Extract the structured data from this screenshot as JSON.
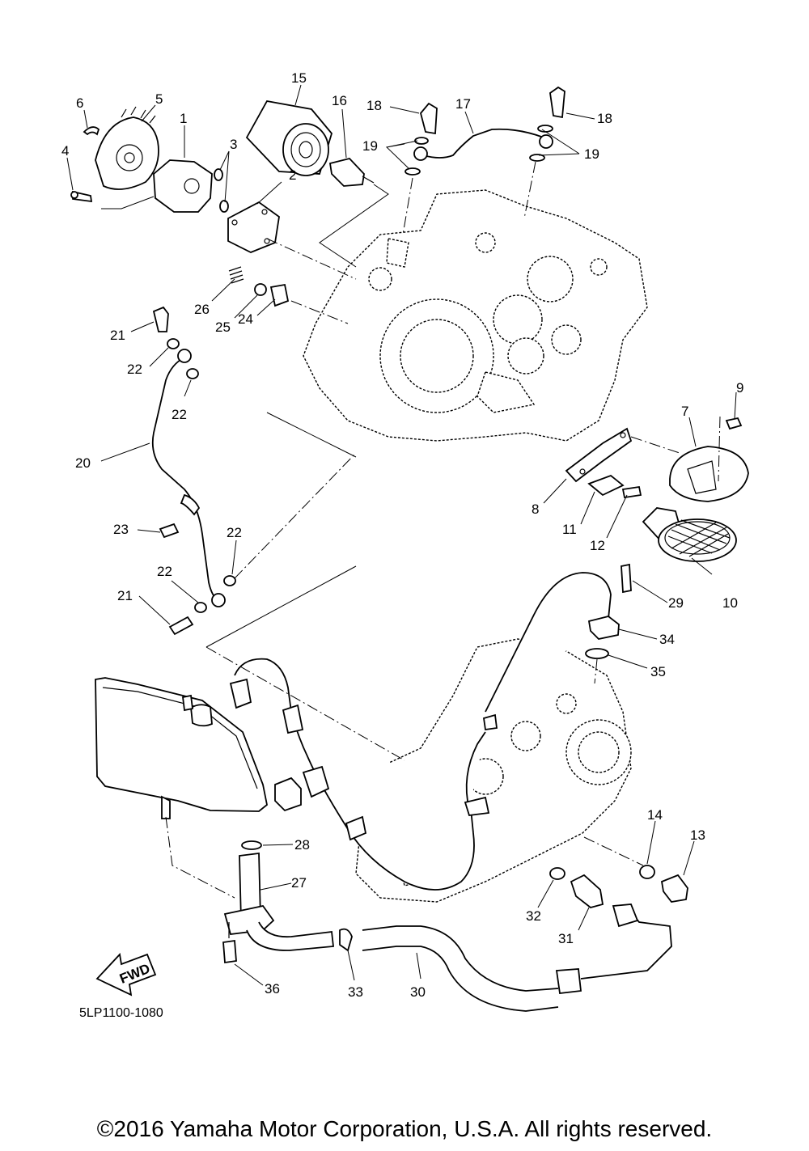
{
  "diagram": {
    "callouts": [
      "1",
      "2",
      "3",
      "4",
      "5",
      "6",
      "7",
      "8",
      "9",
      "10",
      "11",
      "12",
      "13",
      "14",
      "15",
      "16",
      "17",
      "18",
      "18",
      "19",
      "19",
      "20",
      "21",
      "21",
      "22",
      "22",
      "22",
      "22",
      "23",
      "24",
      "25",
      "26",
      "27",
      "28",
      "29",
      "30",
      "31",
      "32",
      "33",
      "34",
      "35",
      "36"
    ],
    "diagram_code": "5LP1100-1080",
    "fwd_label": "FWD"
  },
  "footer": {
    "copyright": "©2016 Yamaha Motor Corporation, U.S.A. All rights reserved."
  }
}
